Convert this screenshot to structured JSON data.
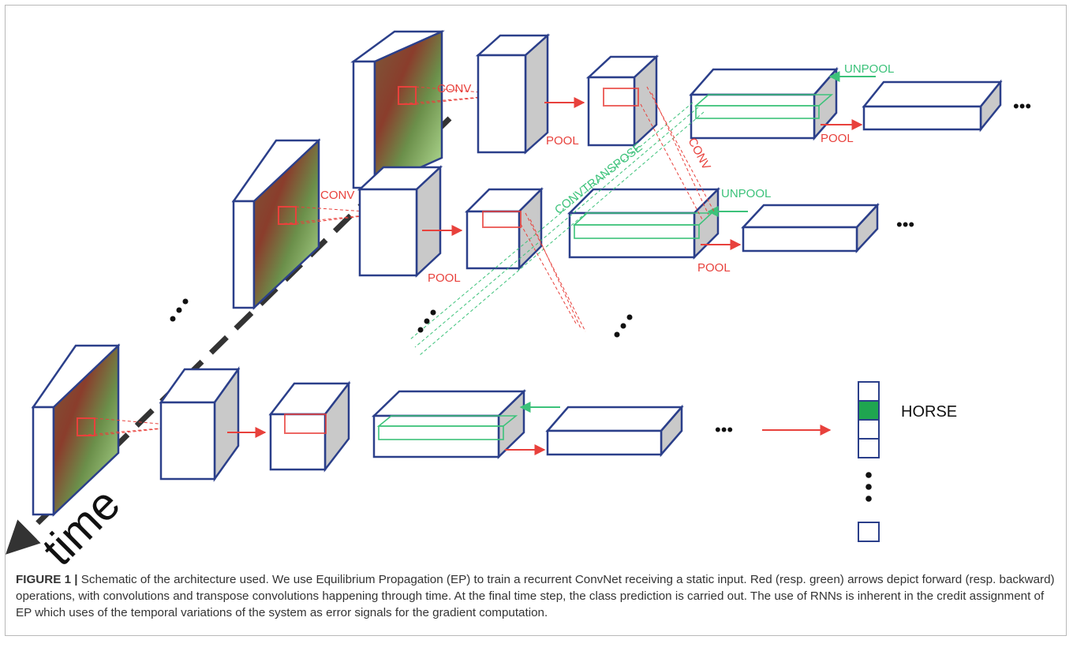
{
  "diagram": {
    "labels": {
      "conv": "CONV",
      "pool": "POOL",
      "unpool": "UNPOOL",
      "convtranspose": "CONVTRANSPOSE",
      "time": "time",
      "horse": "HORSE",
      "ellipsis": "•••"
    }
  },
  "caption": {
    "label": "FIGURE 1 |",
    "text": " Schematic of the architecture used. We use Equilibrium Propagation (EP) to train a recurrent ConvNet receiving a static input. Red (resp. green) arrows depict forward (resp. backward) operations, with convolutions and transpose convolutions happening through time. At the final time step, the class prediction is carried out. The use of RNNs is inherent in the credit assignment of EP which uses of the temporal variations of the system as error signals for the gradient computation."
  },
  "colors": {
    "box": "#2b3f8a",
    "forward": "#e8413c",
    "backward": "#3cc27a",
    "selected_cell": "#1fa550",
    "side_face": "#c9c9c9",
    "time_axis": "#333333"
  }
}
